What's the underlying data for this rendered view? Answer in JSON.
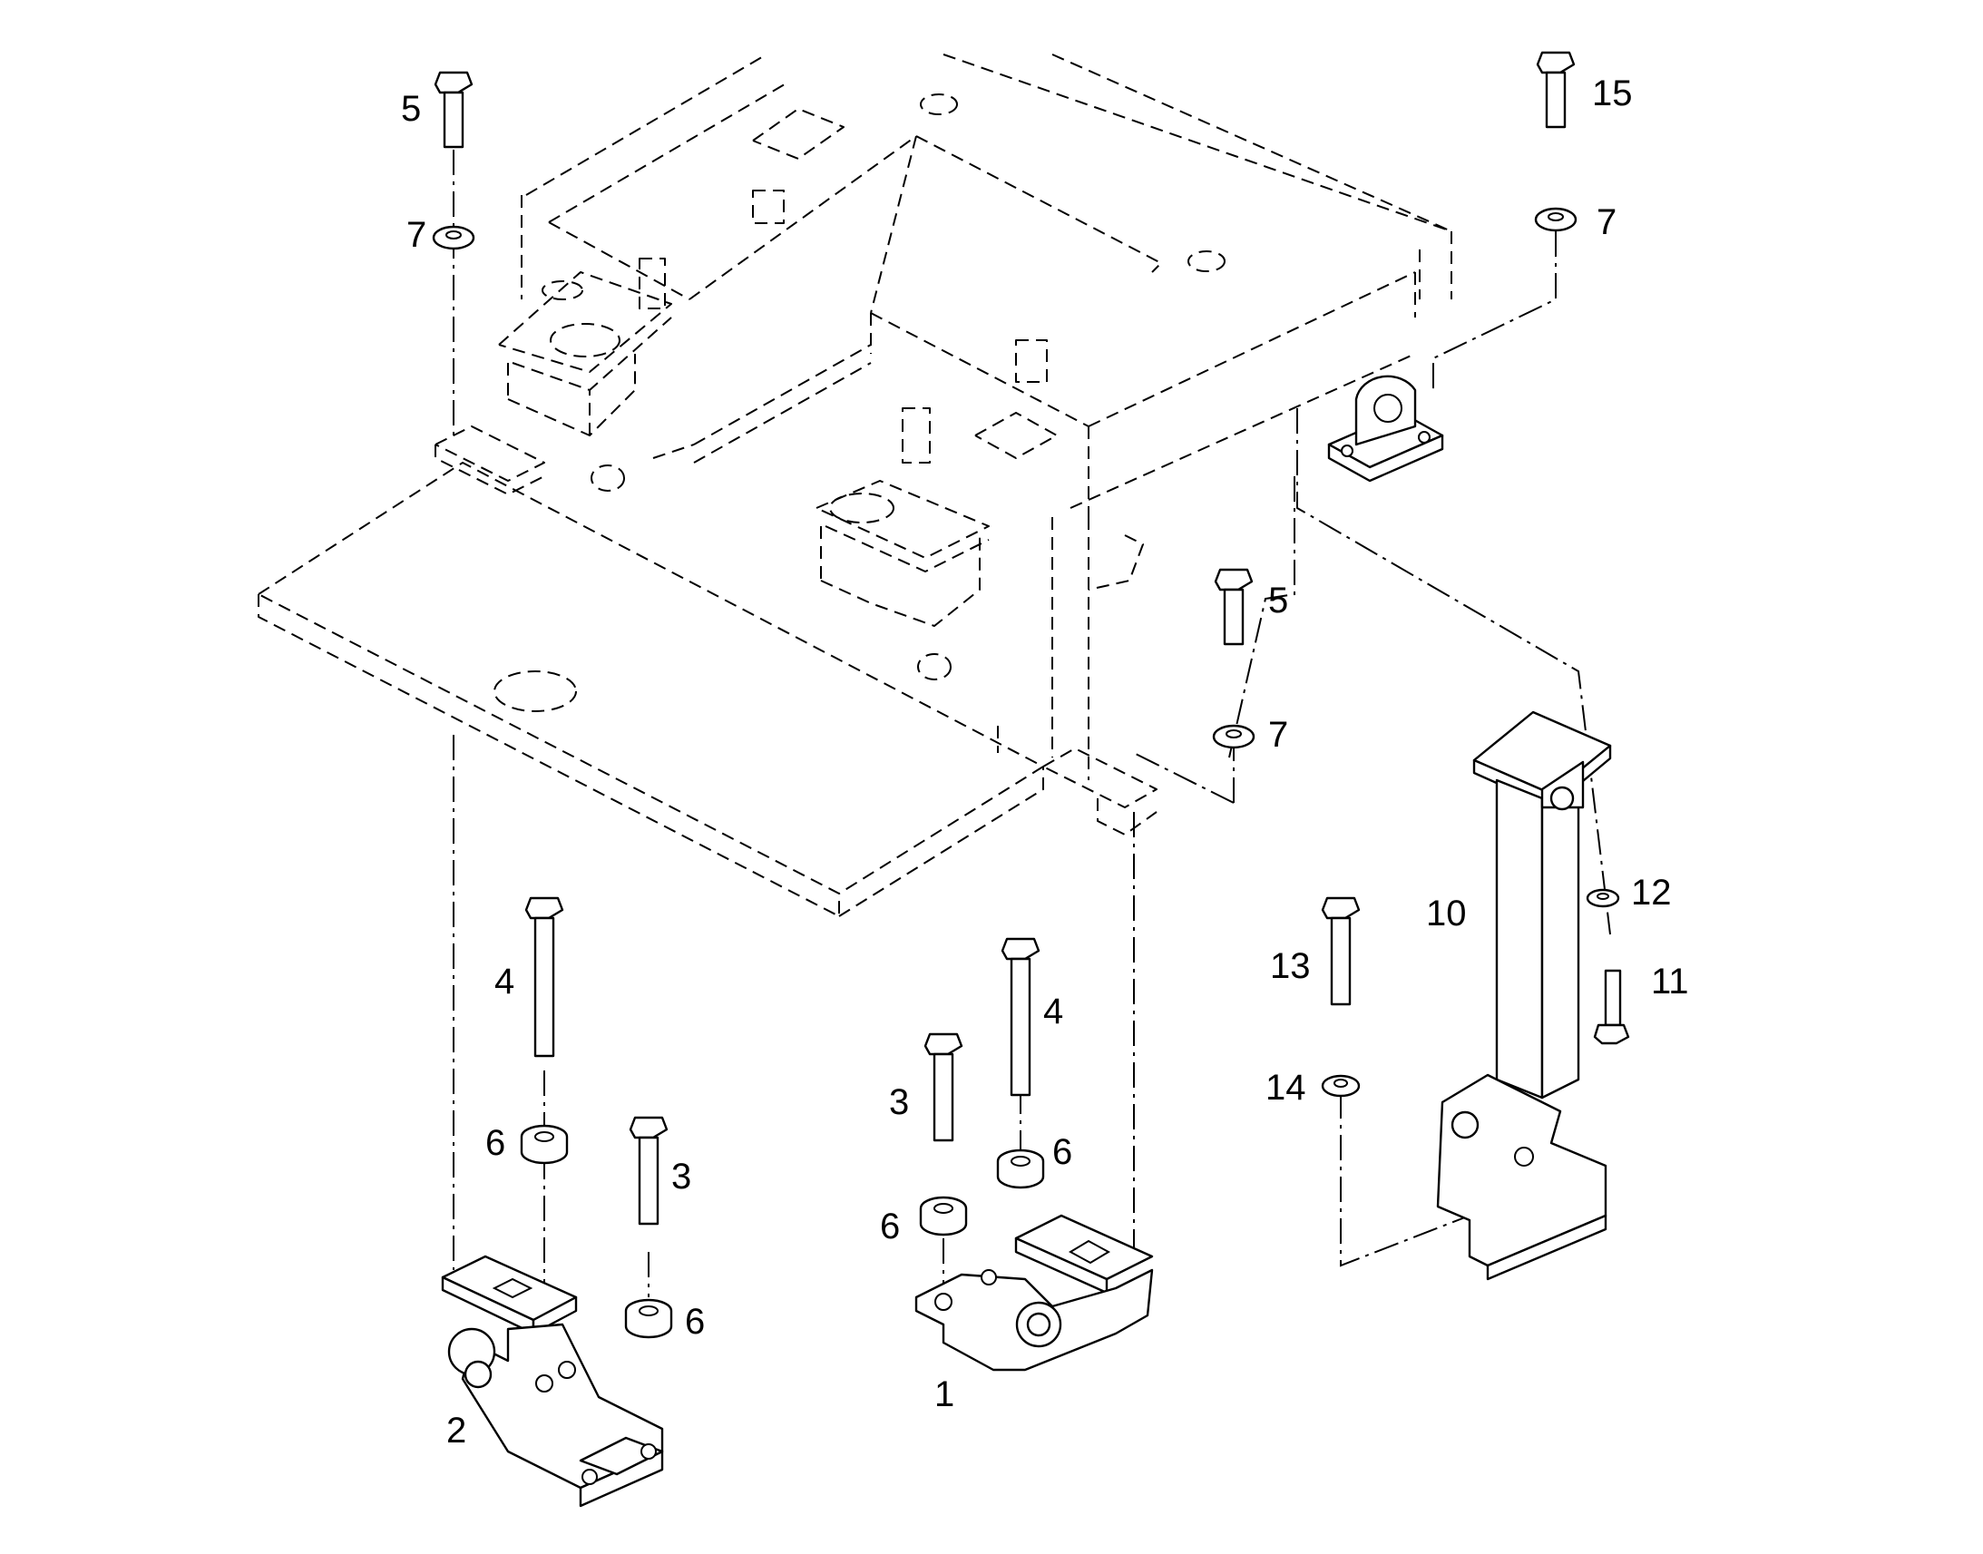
{
  "callouts": [
    {
      "id": "c5a",
      "text": "5"
    },
    {
      "id": "c7a",
      "text": "7"
    },
    {
      "id": "c15",
      "text": "15"
    },
    {
      "id": "c7b",
      "text": "7"
    },
    {
      "id": "c5b",
      "text": "5"
    },
    {
      "id": "c7c",
      "text": "7"
    },
    {
      "id": "c10",
      "text": "10"
    },
    {
      "id": "c12",
      "text": "12"
    },
    {
      "id": "c11",
      "text": "11"
    },
    {
      "id": "c13",
      "text": "13"
    },
    {
      "id": "c14",
      "text": "14"
    },
    {
      "id": "c4a",
      "text": "4"
    },
    {
      "id": "c6a",
      "text": "6"
    },
    {
      "id": "c3a",
      "text": "3"
    },
    {
      "id": "c6b",
      "text": "6"
    },
    {
      "id": "c2",
      "text": "2"
    },
    {
      "id": "c4b",
      "text": "4"
    },
    {
      "id": "c3b",
      "text": "3"
    },
    {
      "id": "c6c",
      "text": "6"
    },
    {
      "id": "c6d",
      "text": "6"
    },
    {
      "id": "c1",
      "text": "1"
    }
  ]
}
